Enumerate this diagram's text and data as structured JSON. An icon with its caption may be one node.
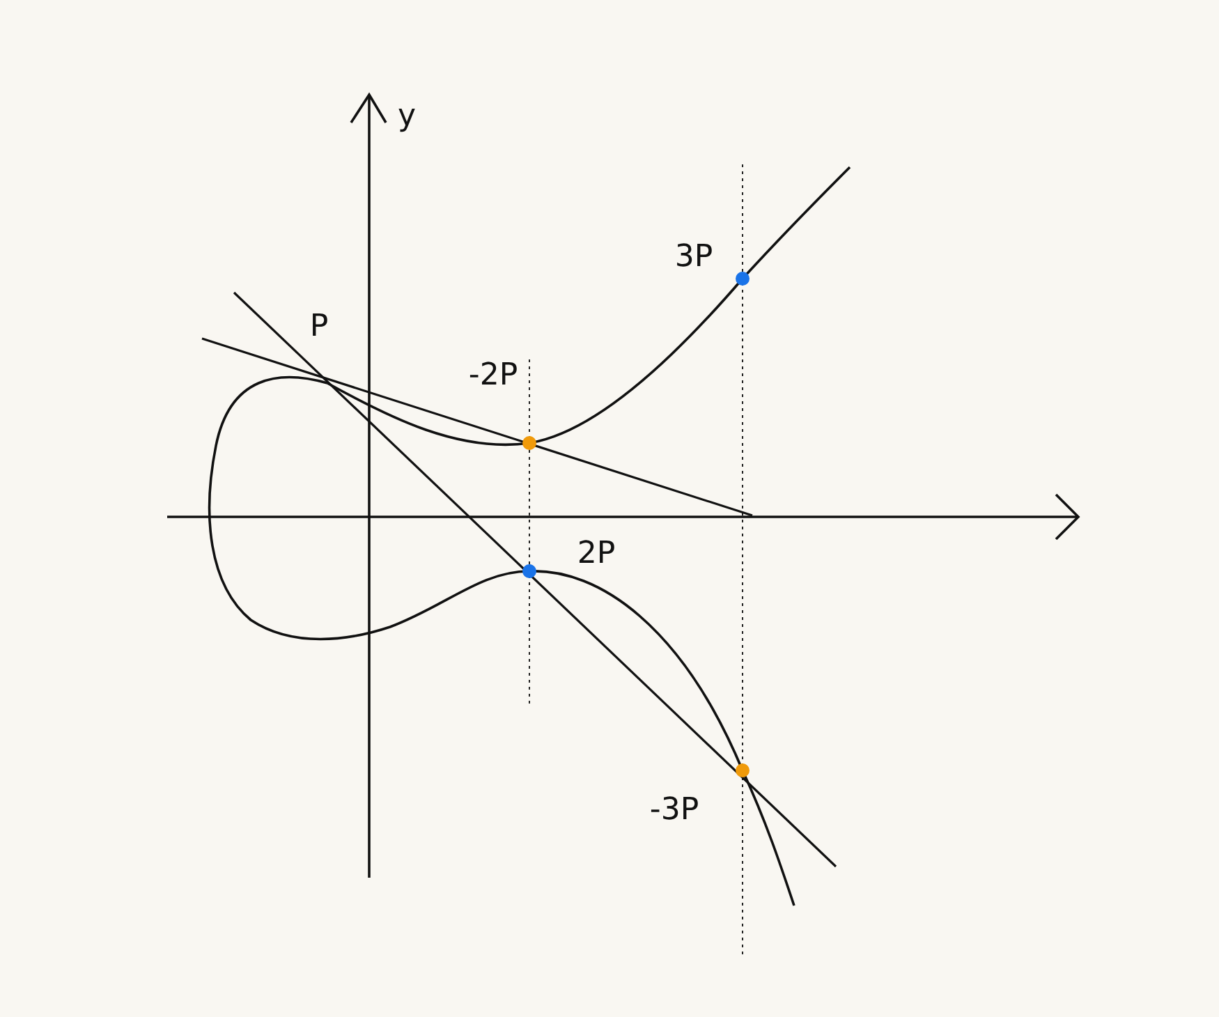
{
  "diagram": {
    "labels": [
      "y",
      "P",
      "-2P",
      "3P",
      "2P",
      "-3P"
    ]
  }
}
